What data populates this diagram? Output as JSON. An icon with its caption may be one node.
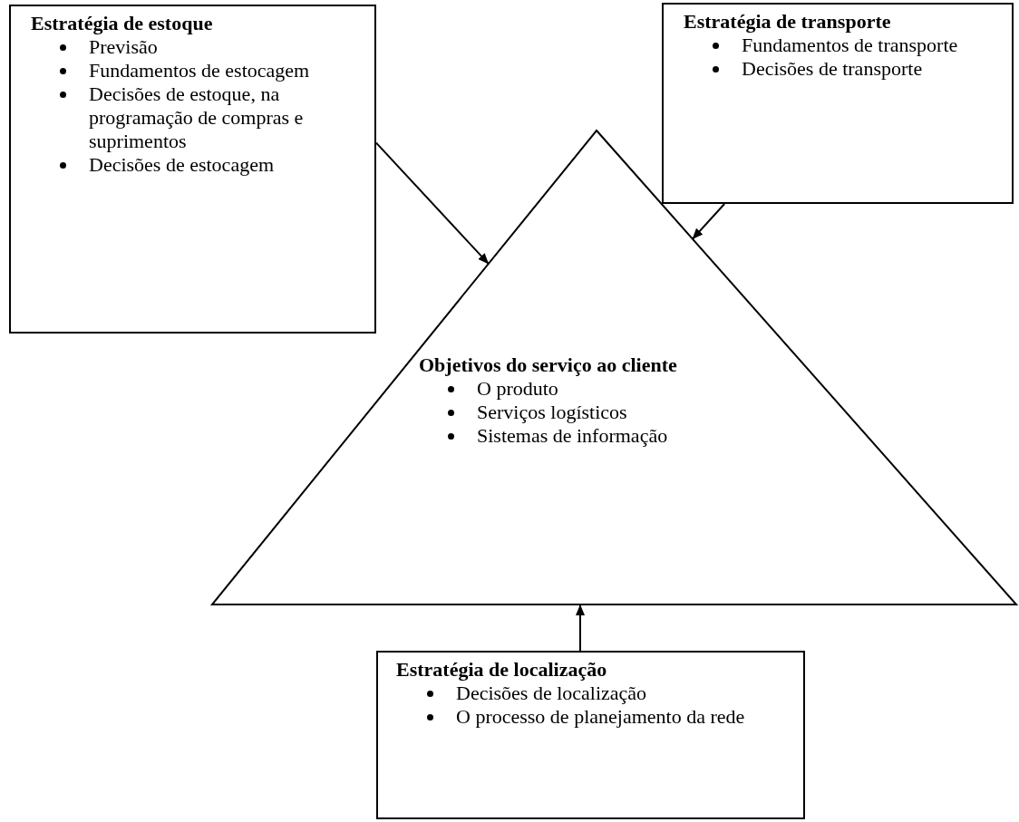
{
  "diagram": {
    "nodes": [
      {
        "text": [
          "Estratégia de estoque",
          "Previsão",
          "Fundamentos de estocagem",
          "Decisões de estoque, na programação de compras e suprimentos",
          "Decisões de estocagem"
        ]
      },
      {
        "text": [
          "Estratégia de transporte",
          "Fundamentos de transporte",
          "Decisões de transporte"
        ]
      },
      {
        "text": [
          "Objetivos do serviço ao cliente",
          "O produto",
          "Serviços logísticos",
          "Sistemas de informação"
        ]
      },
      {
        "text": [
          "Estratégia de localização",
          "Decisões de localização",
          "O processo de planejamento da rede"
        ]
      }
    ],
    "edges": [
      {
        "from": 0,
        "to": 2,
        "arrow": "to"
      },
      {
        "from": 1,
        "to": 2,
        "arrow": "to"
      },
      {
        "from": 3,
        "to": 2,
        "arrow": "to"
      }
    ]
  }
}
